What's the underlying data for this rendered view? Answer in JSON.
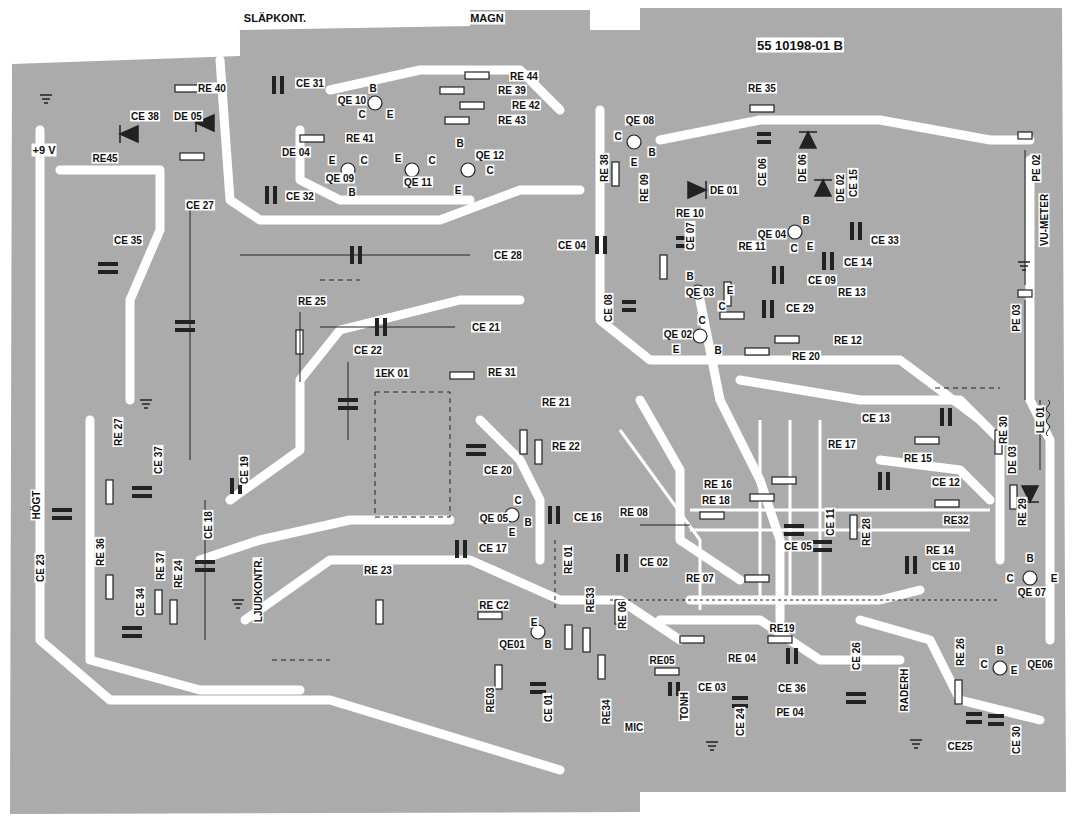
{
  "diagram": {
    "labels": [
      "SLÄPKONT.",
      "MAGN",
      "55 10198-01 B",
      "RE 40",
      "CE 31",
      "RE 44",
      "RE 39",
      "RE 42",
      "RE 43",
      "QE 10",
      "B",
      "C",
      "E",
      "CE 38",
      "DE 05",
      "DE 04",
      "RE 41",
      "+9 V",
      "RE45",
      "E",
      "QE 09",
      "C",
      "B",
      "E",
      "QE 11",
      "C",
      "B",
      "QE 12",
      "C",
      "E",
      "CE 32",
      "CE 27",
      "CE 35",
      "CE 28",
      "RE 35",
      "QE 08",
      "C",
      "B",
      "E",
      "RE 38",
      "RE 09",
      "DE 01",
      "CE 06",
      "DE 06",
      "DE 02",
      "CE 15",
      "PE 02",
      "VU-METER",
      "RE 10",
      "CE 07",
      "RE 11",
      "QE 04",
      "B",
      "C",
      "E",
      "CE 33",
      "CE 04",
      "CE 14",
      "B",
      "QE 03",
      "E",
      "C",
      "CE 09",
      "RE 13",
      "CE 08",
      "CE 29",
      "QE 02",
      "C",
      "E",
      "B",
      "RE 12",
      "RE 20",
      "PE 03",
      "RE 25",
      "CE 21",
      "CE 22",
      "1EK 01",
      "RE 31",
      "RE 21",
      "RE 22",
      "CE 20",
      "QE 05",
      "C",
      "B",
      "E",
      "CE 16",
      "CE 17",
      "RE 08",
      "RE 30",
      "DE 03",
      "LE 01",
      "CE 13",
      "RE 17",
      "RE 15",
      "RE 16",
      "RE 18",
      "CE 12",
      "RE32",
      "RE 14",
      "CE 11",
      "CE 05",
      "RE 28",
      "RE 29",
      "CE 10",
      "B",
      "C",
      "QE 07",
      "E",
      "RE 07",
      "CE 02",
      "RE 01",
      "RE33",
      "RE 06",
      "RE C2",
      "QE01",
      "E",
      "B",
      "RE05",
      "RE 04",
      "RE19",
      "CE 26",
      "B",
      "C",
      "QE06",
      "E",
      "RE 26",
      "RADERH",
      "TONH",
      "MIC",
      "CE 03",
      "CE 24",
      "CE 36",
      "PE 04",
      "CE25",
      "CE 30",
      "RE03",
      "CE 01",
      "RE34",
      "HÖGT",
      "RE 27",
      "CE 37",
      "CE 18",
      "CE 19",
      "LJUDKONTR.",
      "RE 23",
      "CE 23",
      "RE 36",
      "CE 34",
      "RE 37",
      "RE 24"
    ]
  }
}
